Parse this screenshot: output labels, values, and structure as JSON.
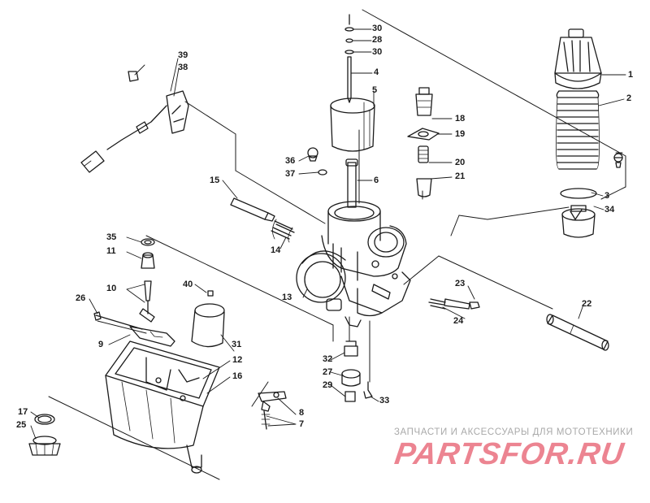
{
  "callouts": [
    "1",
    "2",
    "3",
    "4",
    "5",
    "6",
    "7",
    "8",
    "9",
    "10",
    "11",
    "12",
    "13",
    "14",
    "15",
    "16",
    "17",
    "18",
    "19",
    "20",
    "21",
    "22",
    "23",
    "24",
    "25",
    "26",
    "27",
    "28",
    "29",
    "30",
    "30",
    "31",
    "32",
    "33",
    "34",
    "35",
    "36",
    "37",
    "38",
    "39",
    "40"
  ],
  "watermark": {
    "tagline": "ЗАПЧАСТИ И АКСЕССУАРЫ ДЛЯ МОТОТЕХНИКИ",
    "logo": "PARTSFOR.RU"
  },
  "colors": {
    "ink": "#1a1a1a",
    "watermark_logo": "#e96f7e",
    "watermark_tagline": "#a9a9a9"
  }
}
